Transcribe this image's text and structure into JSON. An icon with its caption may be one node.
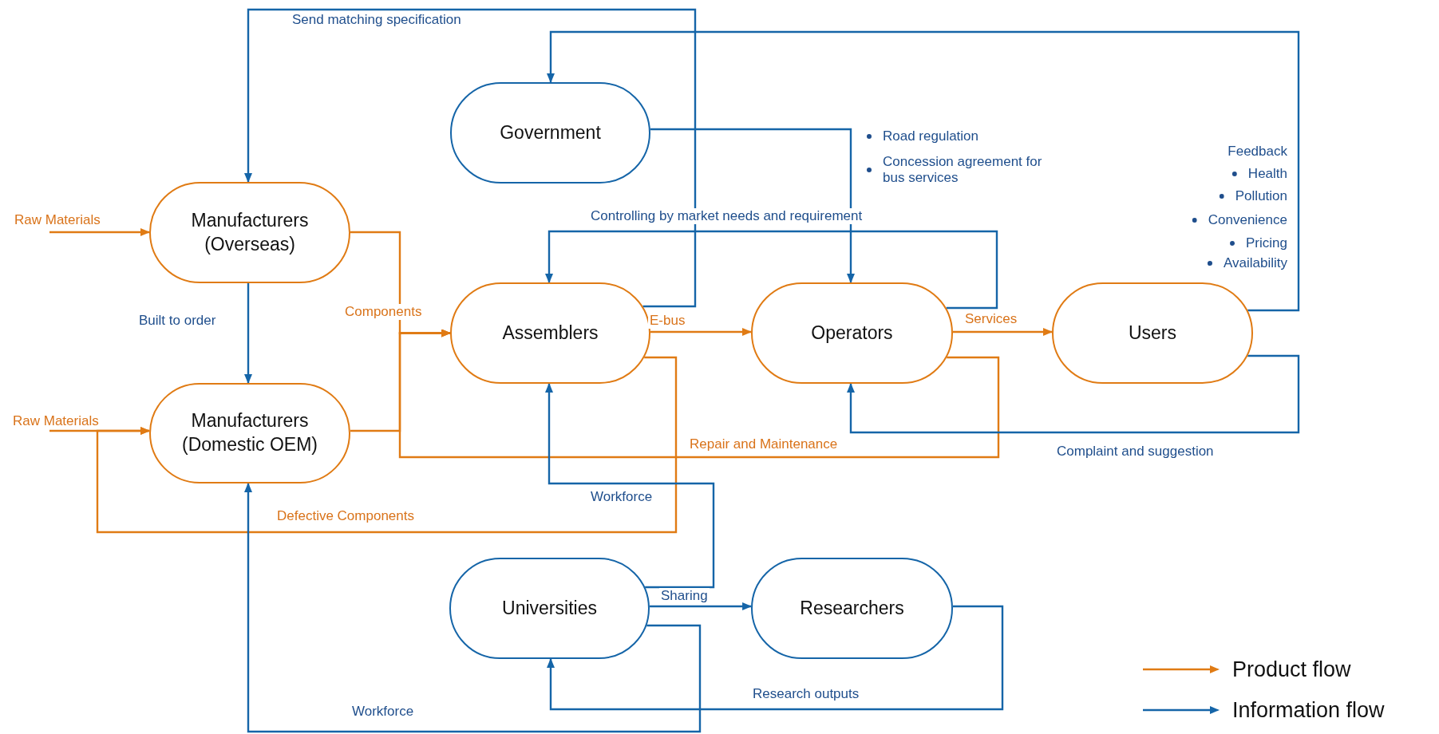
{
  "diagram": {
    "nodes": [
      {
        "text": [
          "Government"
        ]
      },
      {
        "text": [
          "Manufacturers (Overseas)"
        ]
      },
      {
        "text": [
          "Assemblers"
        ]
      },
      {
        "text": [
          "Operators"
        ]
      },
      {
        "text": [
          "Users"
        ]
      },
      {
        "text": [
          "Manufacturers (Domestic OEM)"
        ]
      },
      {
        "text": [
          "Universities"
        ]
      },
      {
        "text": [
          "Researchers"
        ]
      }
    ],
    "edges": [
      {
        "from": null,
        "to": 1,
        "arrow": "to",
        "label": "Raw Materials",
        "color": "#e07b14"
      },
      {
        "from": null,
        "to": 5,
        "arrow": "to",
        "label": "Raw Materials",
        "color": "#e07b14"
      },
      {
        "from": 1,
        "to": 2,
        "arrow": "to",
        "label": "Components",
        "color": "#e07b14"
      },
      {
        "from": 5,
        "to": 2,
        "arrow": "to",
        "color": "#e07b14"
      },
      {
        "from": 3,
        "to": 2,
        "arrow": "to",
        "label": "Repair and Maintenance",
        "color": "#e07b14"
      },
      {
        "from": 2,
        "to": 3,
        "arrow": "to",
        "label": "E-bus",
        "color": "#e07b14"
      },
      {
        "from": 3,
        "to": 4,
        "arrow": "to",
        "label": "Services",
        "color": "#e07b14"
      },
      {
        "from": 2,
        "to": 5,
        "arrow": "to",
        "label": "Defective Components",
        "color": "#e07b14"
      },
      {
        "from": 1,
        "to": 5,
        "arrow": "to",
        "label": "Built to order"
      },
      {
        "from": 2,
        "to": 1,
        "arrow": "to",
        "label": "Send matching specification"
      },
      {
        "from": 4,
        "to": 0,
        "arrow": "to"
      },
      {
        "from": 0,
        "to": 3,
        "arrow": "to"
      },
      {
        "from": 3,
        "to": 2,
        "arrow": "to",
        "label": "Controlling by market needs and requirement"
      },
      {
        "from": 4,
        "to": 3,
        "arrow": "to",
        "label": "Complaint and suggestion"
      },
      {
        "from": 6,
        "to": 2,
        "arrow": "to",
        "label": "Workforce"
      },
      {
        "from": 6,
        "to": 7,
        "arrow": "to",
        "label": "Sharing"
      },
      {
        "from": 6,
        "to": 5,
        "arrow": "to",
        "label": "Workforce"
      },
      {
        "from": 7,
        "to": 6,
        "arrow": "to",
        "label": "Research outputs"
      }
    ],
    "labels": [
      "Road regulation",
      "Concession agreement for bus services",
      "Feedback",
      "Health",
      "Pollution",
      "Convenience",
      "Pricing",
      "Availability"
    ],
    "legend": [
      {
        "text": "Product flow"
      },
      {
        "text": "Information flow"
      }
    ]
  }
}
